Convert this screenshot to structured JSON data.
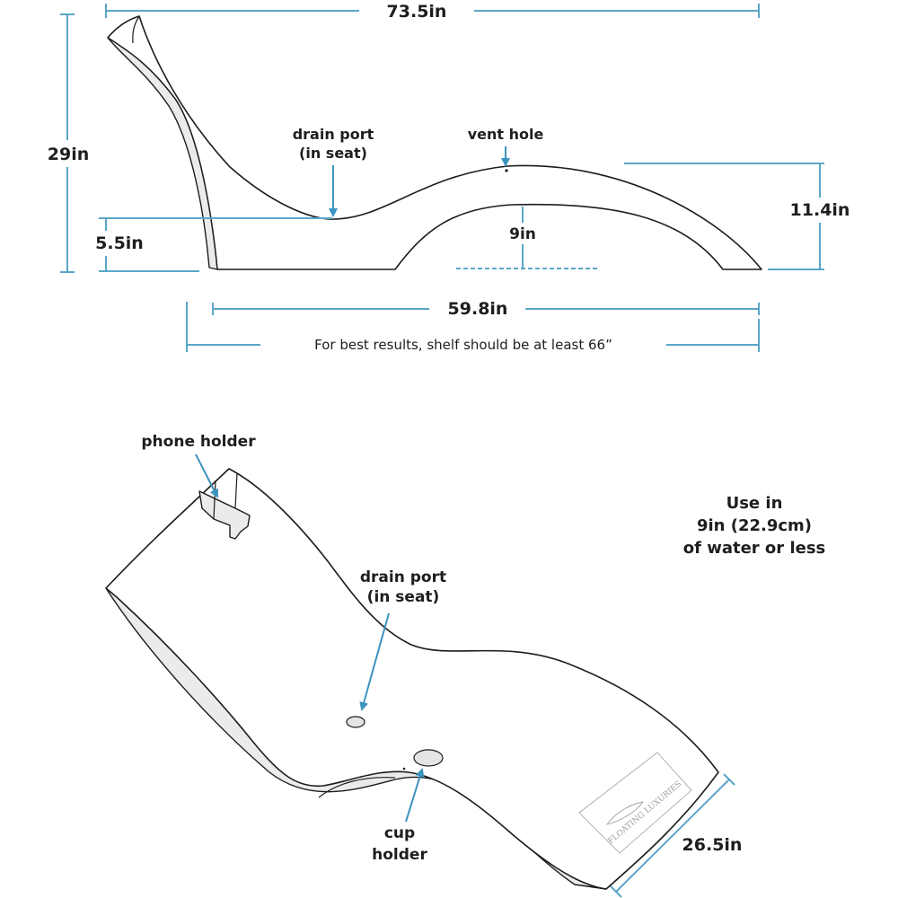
{
  "side_view": {
    "overall_length": "73.5in",
    "height": "29in",
    "seat_height": "5.5in",
    "foot_height": "11.4in",
    "clearance": "9in",
    "base_length": "59.8in",
    "shelf_note": "For best results, shelf should be at least 66”",
    "drain_port_line1": "drain port",
    "drain_port_line2": "(in seat)",
    "vent_hole": "vent hole"
  },
  "top_view": {
    "phone_holder": "phone holder",
    "drain_port_line1": "drain port",
    "drain_port_line2": "(in seat)",
    "cup_holder_line1": "cup",
    "cup_holder_line2": "holder",
    "width": "26.5in",
    "usage_line1": "Use in",
    "usage_line2": "9in (22.9cm)",
    "usage_line3": "of water or less",
    "logo_text": "FLOATING LUXURIES"
  },
  "colors": {
    "dimension_lines": "#5aa6c8",
    "pointer_arrows": "#3b93bf",
    "outline": "#1c1c1c",
    "shading": "#e9ebed"
  },
  "icons": [
    "lounger-side-view",
    "lounger-perspective-view",
    "leaf-logo-icon"
  ]
}
